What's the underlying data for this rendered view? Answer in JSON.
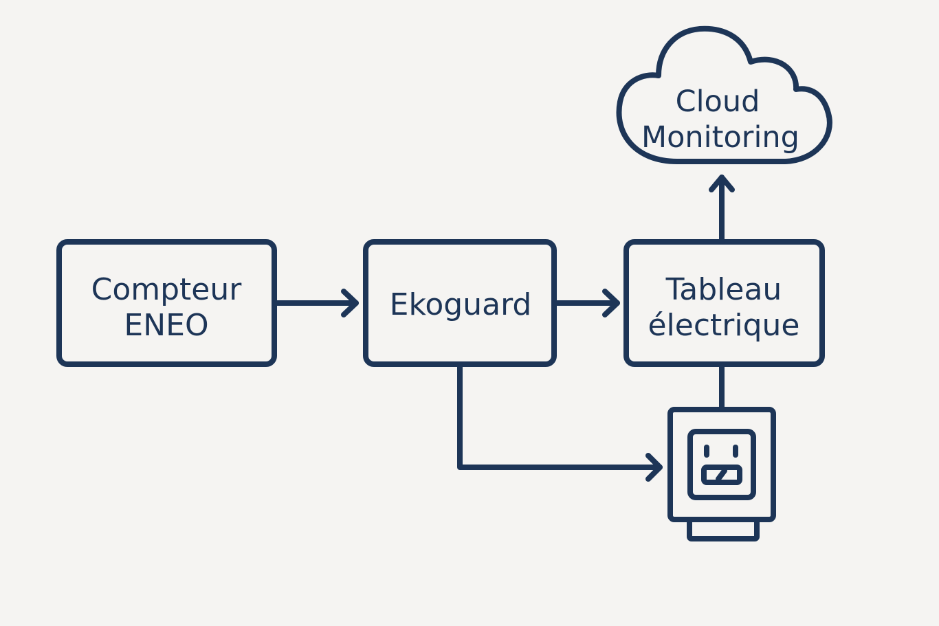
{
  "colors": {
    "background": "#f5f4f2",
    "ink": "#1d3557"
  },
  "nodes": {
    "compteur": {
      "line1": "Compteur",
      "line2": "ENEO"
    },
    "ekoguard": {
      "label": "Ekoguard"
    },
    "tableau": {
      "line1": "Tableau",
      "line2": "électrique"
    },
    "cloud": {
      "line1": "Cloud",
      "line2": "Monitoring",
      "icon": "cloud-icon"
    },
    "socket": {
      "icon": "power-outlet-icon"
    }
  },
  "edges": [
    {
      "from": "Compteur ENEO",
      "to": "Ekoguard"
    },
    {
      "from": "Ekoguard",
      "to": "Tableau électrique"
    },
    {
      "from": "Tableau électrique",
      "to": "Cloud Monitoring"
    },
    {
      "from": "Ekoguard",
      "to": "power-outlet"
    },
    {
      "from": "Tableau électrique",
      "to": "power-outlet"
    }
  ]
}
